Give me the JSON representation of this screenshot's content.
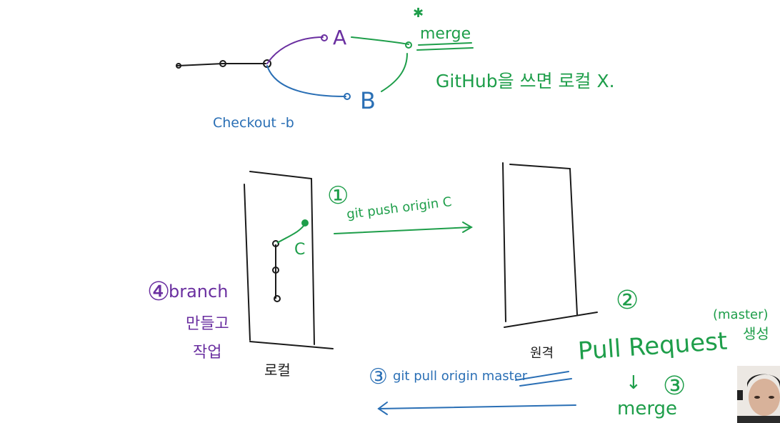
{
  "colors": {
    "black": "#1a1a1a",
    "purple": "#6a2fa0",
    "blue": "#2a6fb5",
    "green": "#1e9e4a"
  },
  "top_diagram": {
    "branch_a": "A",
    "branch_b": "B",
    "merge": "merge",
    "star": "✱",
    "checkout": "Checkout -b",
    "github_note": "GitHub을 쓰면 로컬 X."
  },
  "repo_diagram": {
    "step1": "①",
    "push_cmd": "git push origin C",
    "commit_c": "C",
    "local_label": "로컬",
    "remote_label": "원격",
    "step2": "②",
    "pull_request": "Pull Request",
    "master_note": "(master)",
    "create_note": "생성",
    "down_arrow": "↓",
    "step3_merge": "③",
    "merge_word": "merge",
    "step3": "③",
    "pull_cmd": "git pull origin master",
    "step4": "④",
    "branch_word": "branch",
    "make_note": "만들고",
    "work_note": "작업"
  },
  "webcam": {
    "icon": "presenter-webcam"
  }
}
